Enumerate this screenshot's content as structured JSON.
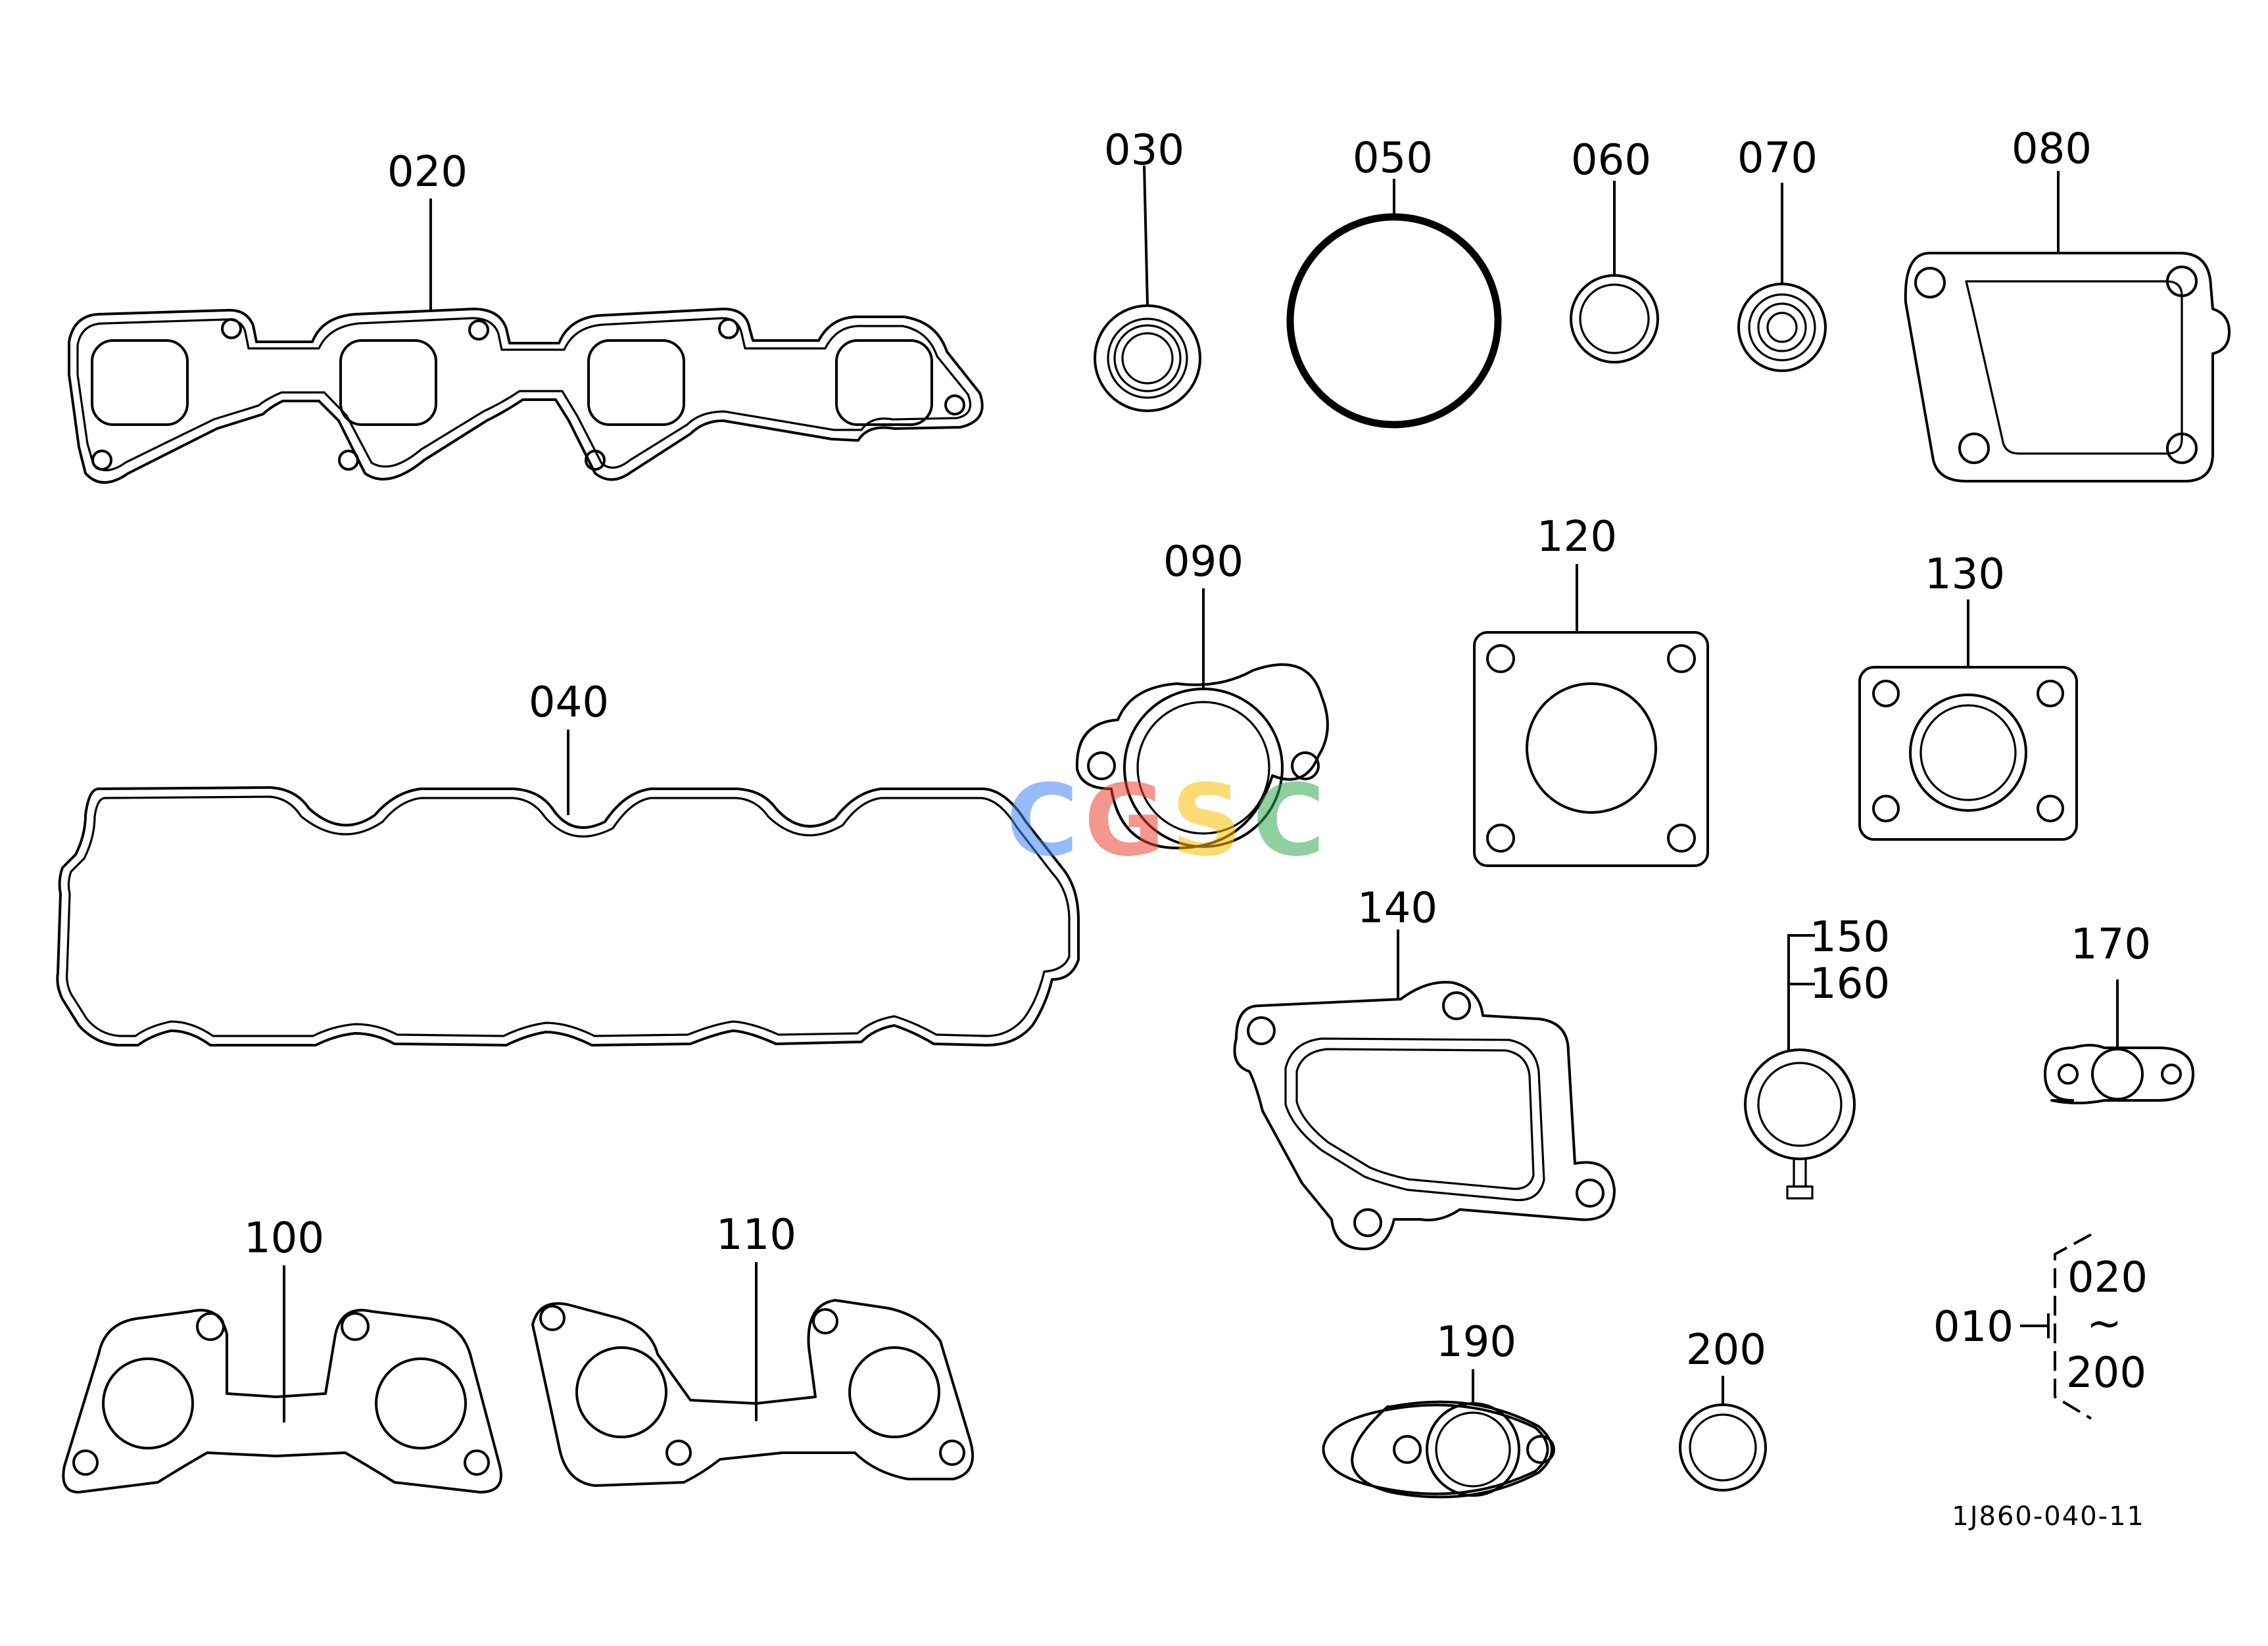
{
  "callouts": {
    "p010": "010",
    "p020": "020",
    "p030": "030",
    "p040": "040",
    "p050": "050",
    "p060": "060",
    "p070": "070",
    "p080": "080",
    "p090": "090",
    "p100": "100",
    "p110": "110",
    "p120": "120",
    "p130": "130",
    "p140": "140",
    "p150": "150",
    "p160": "160",
    "p170": "170",
    "p190": "190",
    "p200": "200"
  },
  "set_range": {
    "from": "020",
    "tilde": "~",
    "to": "200"
  },
  "drawing_ref": "1J860-040-11",
  "watermark": {
    "letters": [
      "C",
      "G",
      "S",
      "C"
    ],
    "colors": [
      "#4285F4",
      "#EA4335",
      "#FBBC05",
      "#34A853"
    ]
  }
}
